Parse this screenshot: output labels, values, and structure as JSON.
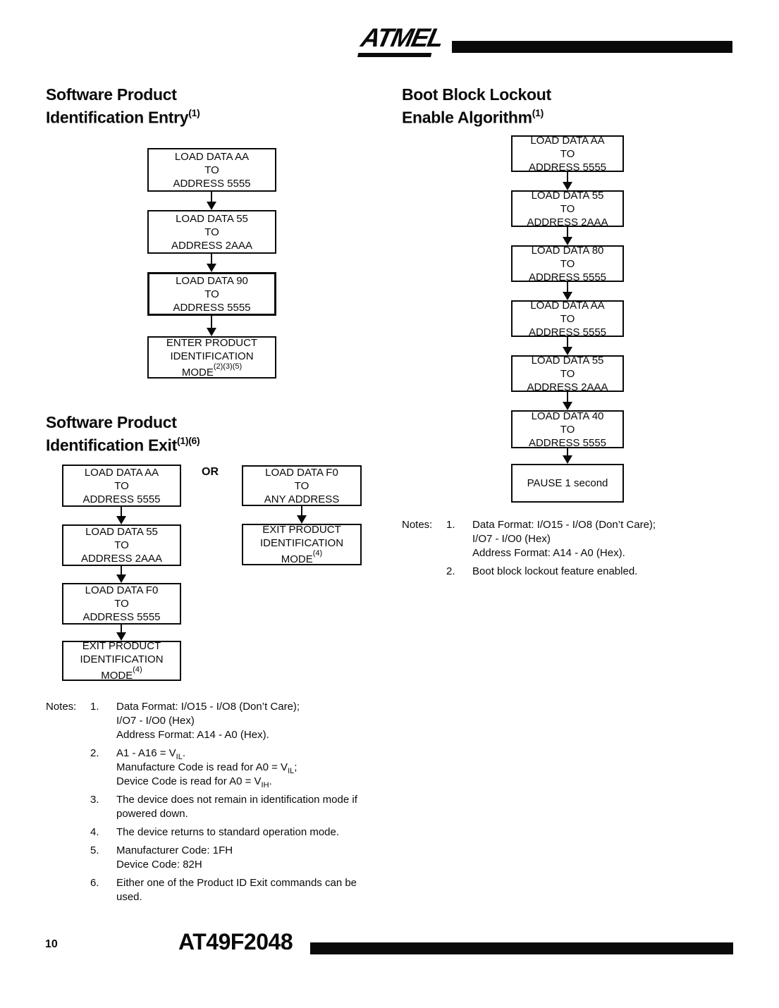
{
  "logo": {
    "text": "ATMEL"
  },
  "sections": {
    "entry": {
      "title_line1": "Software Product",
      "title_line2": "Identification Entry",
      "title_sup": "(1)",
      "boxes": [
        {
          "l1": "LOAD DATA AA",
          "l2": "TO",
          "l3": "ADDRESS 5555"
        },
        {
          "l1": "LOAD DATA 55",
          "l2": "TO",
          "l3": "ADDRESS 2AAA"
        },
        {
          "l1": "LOAD DATA 90",
          "l2": "TO",
          "l3": "ADDRESS 5555"
        },
        {
          "l1": "ENTER PRODUCT",
          "l2": "IDENTIFICATION",
          "l3": "MODE",
          "l3sup": "(2)(3)(5)"
        }
      ]
    },
    "boot": {
      "title_line1": "Boot Block Lockout",
      "title_line2": "Enable Algorithm",
      "title_sup": "(1)",
      "boxes": [
        {
          "l1": "LOAD DATA AA",
          "l2": "TO",
          "l3": "ADDRESS 5555"
        },
        {
          "l1": "LOAD DATA 55",
          "l2": "TO",
          "l3": "ADDRESS 2AAA"
        },
        {
          "l1": "LOAD DATA 80",
          "l2": "TO",
          "l3": "ADDRESS 5555"
        },
        {
          "l1": "LOAD DATA AA",
          "l2": "TO",
          "l3": "ADDRESS 5555"
        },
        {
          "l1": "LOAD DATA 55",
          "l2": "TO",
          "l3": "ADDRESS 2AAA"
        },
        {
          "l1": "LOAD DATA 40",
          "l2": "TO",
          "l3": "ADDRESS 5555"
        }
      ],
      "pause_box": {
        "l1": "PAUSE 1 second"
      }
    },
    "exit": {
      "title_line1": "Software Product",
      "title_line2": "Identification Exit",
      "title_sup": "(1)(6)",
      "or_label": "OR",
      "left_boxes": [
        {
          "l1": "LOAD DATA AA",
          "l2": "TO",
          "l3": "ADDRESS 5555"
        },
        {
          "l1": "LOAD DATA 55",
          "l2": "TO",
          "l3": "ADDRESS 2AAA"
        },
        {
          "l1": "LOAD DATA F0",
          "l2": "TO",
          "l3": "ADDRESS 5555"
        },
        {
          "l1": "EXIT PRODUCT",
          "l2": "IDENTIFICATION",
          "l3": "MODE",
          "l3sup": "(4)"
        }
      ],
      "right_boxes": [
        {
          "l1": "LOAD DATA F0",
          "l2": "TO",
          "l3": "ANY ADDRESS"
        },
        {
          "l1": "EXIT PRODUCT",
          "l2": "IDENTIFICATION",
          "l3": "MODE",
          "l3sup": "(4)"
        }
      ]
    }
  },
  "notes_right": {
    "label": "Notes:",
    "items": [
      {
        "num": "1.",
        "lines": [
          "Data Format: I/O15 - I/O8 (Don’t Care);",
          "I/O7 - I/O0 (Hex)",
          "Address Format: A14 - A0 (Hex)."
        ]
      },
      {
        "num": "2.",
        "lines": [
          "Boot block lockout feature enabled."
        ]
      }
    ]
  },
  "notes_left": {
    "label": "Notes:",
    "items": [
      {
        "num": "1.",
        "lines": [
          "Data Format: I/O15 - I/O8 (Don’t Care);",
          "I/O7 - I/O0 (Hex)",
          "Address Format: A14 - A0 (Hex)."
        ]
      },
      {
        "num": "2.",
        "rich": [
          {
            "pre": "A1 - A16 = V",
            "sub": "IL",
            "post": "."
          },
          {
            "pre": "Manufacture Code is read for A0 = V",
            "sub": "IL",
            "post": ";"
          },
          {
            "pre": "Device Code is read for A0 = V",
            "sub": "IH",
            "post": "."
          }
        ]
      },
      {
        "num": "3.",
        "lines": [
          "The device does not remain in identification mode if",
          "powered down."
        ]
      },
      {
        "num": "4.",
        "lines": [
          "The device returns to standard operation mode."
        ]
      },
      {
        "num": "5.",
        "lines": [
          "Manufacturer Code: 1FH",
          "Device Code: 82H"
        ]
      },
      {
        "num": "6.",
        "lines": [
          "Either one of the Product ID Exit commands can be",
          "used."
        ]
      }
    ]
  },
  "footer": {
    "page_number": "10",
    "title": "AT49F2048"
  }
}
